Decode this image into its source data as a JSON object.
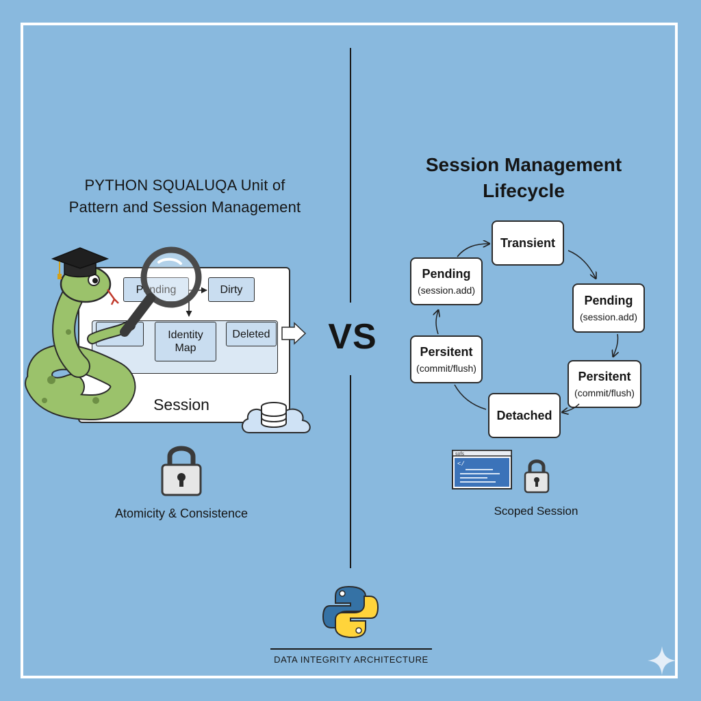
{
  "left": {
    "title_line1": "PYTHON SQUALUQA Unit of",
    "title_line2": "Pattern and Session Management",
    "boxes": {
      "pending": "Pending",
      "dirty": "Dirty",
      "identity_map_line1": "Identity",
      "identity_map_line2": "Map",
      "deleted": "Deleted"
    },
    "session_label": "Session",
    "caption": "Atomicity & Consistence"
  },
  "center": {
    "vs": "VS"
  },
  "right": {
    "title_line1": "Session Management",
    "title_line2": "Lifecycle",
    "states": {
      "transient": {
        "name": "Transient"
      },
      "pending_left": {
        "name": "Pending",
        "sub": "(session.add)"
      },
      "pending_right": {
        "name": "Pending",
        "sub": "(session.add)"
      },
      "persistent_left": {
        "name": "Persitent",
        "sub": "(commit/flush)"
      },
      "persistent_right": {
        "name": "Persitent",
        "sub": "(commit/flush)"
      },
      "detached": {
        "name": "Detached"
      }
    },
    "caption": "Scoped Session",
    "code_window_tab": "sofs",
    "code_glyph": "</"
  },
  "footer": {
    "text": "DATA INTEGRITY ARCHITECTURE"
  },
  "colors": {
    "background": "#89b9de",
    "frame": "#ffffff",
    "snake": "#9bc26b",
    "python_blue": "#3572a5",
    "python_yellow": "#ffd43b"
  },
  "icons": [
    "graduation-cap-icon",
    "snake-icon",
    "magnifier-icon",
    "cloud-database-icon",
    "padlock-icon",
    "code-window-icon",
    "python-logo-icon",
    "sparkle-icon"
  ]
}
